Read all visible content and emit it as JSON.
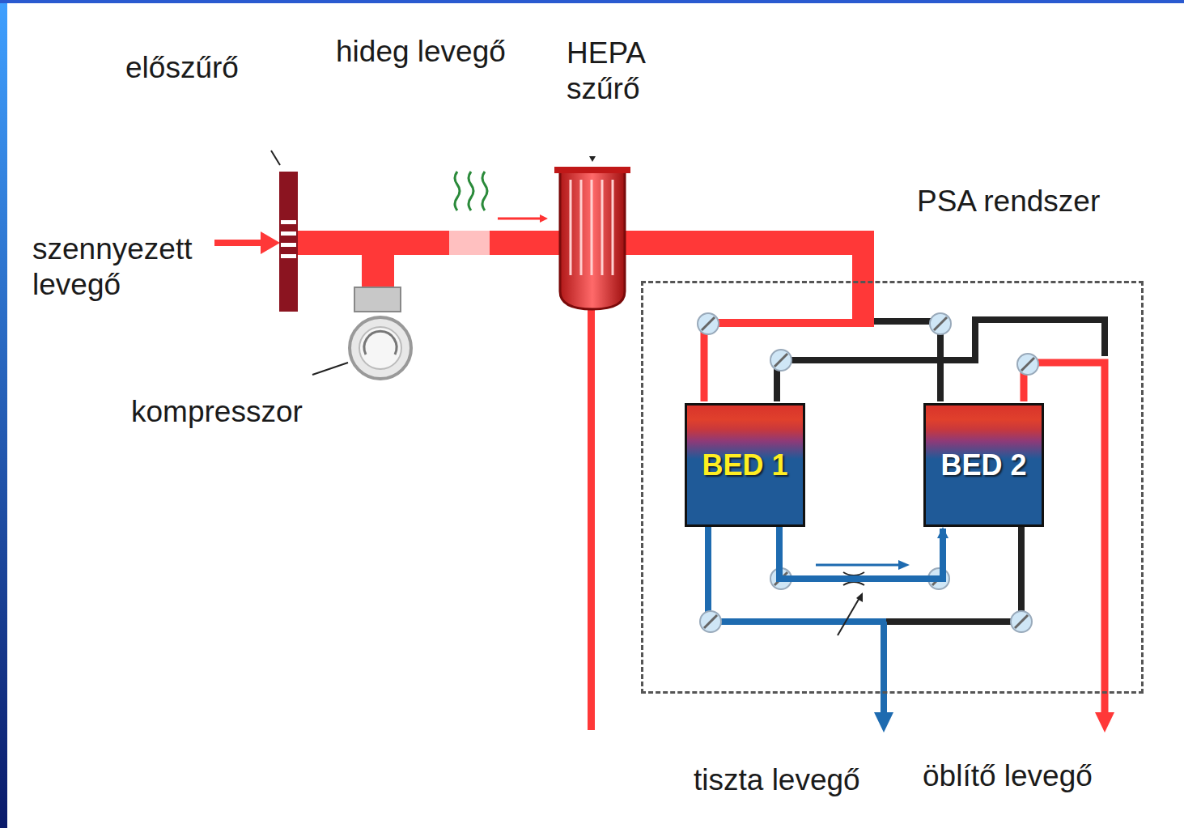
{
  "diagram": {
    "nodes": [
      {
        "text": [
          "PSA rendszer"
        ]
      },
      {
        "text": [
          "BED 1"
        ],
        "in": 0
      },
      {
        "text": [
          "BED 2"
        ],
        "in": 0
      }
    ],
    "edges": [
      {
        "from": 1,
        "to": 2,
        "arrow": "to"
      }
    ],
    "labels": [
      "előszűrő",
      "hideg levegő",
      "HEPA szűrő",
      "szennyezett levegő",
      "kompresszor",
      "tiszta levegő",
      "öblítő levegő"
    ]
  }
}
